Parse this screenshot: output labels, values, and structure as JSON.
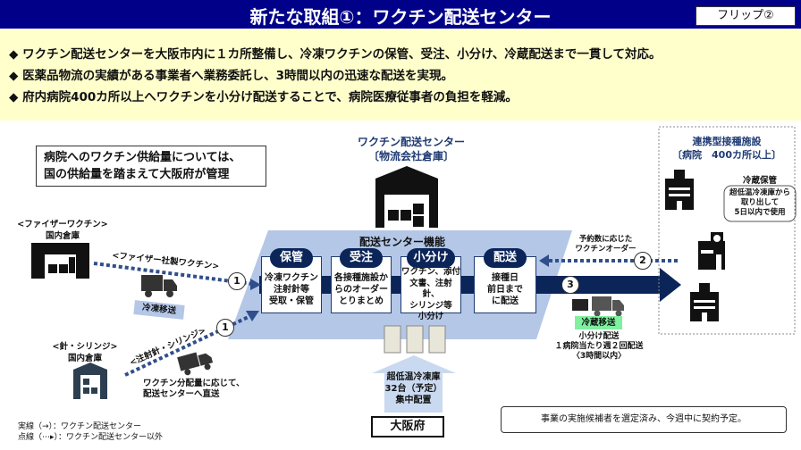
{
  "header": {
    "title": "新たな取組①：ワクチン配送センター",
    "flip_label": "フリップ②"
  },
  "summary": {
    "bullets": [
      "ワクチン配送センターを大阪市内に１カ所整備し、冷凍ワクチンの保管、受注、小分け、冷蔵配送まで一貫して対応。",
      "医薬品物流の実績がある事業者へ業務委託し、3時間以内の迅速な配送を実現。",
      "府内病院400カ所以上へワクチンを小分け配送することで、病院医療従事者の負担を軽減。"
    ],
    "bullet_symbol": "◆"
  },
  "note": {
    "line1": "病院へのワクチン供給量については、",
    "line2": "国の供給量を踏まえて大阪府が管理"
  },
  "center": {
    "title": "ワクチン配送センター",
    "subtitle": "〔物流会社倉庫〕",
    "functions_title": "配送センター機能",
    "functions": [
      {
        "label": "保管",
        "lines": [
          "冷凍ワクチン",
          "注射針等",
          "受取・保管"
        ]
      },
      {
        "label": "受注",
        "lines": [
          "各接種施設か",
          "らのオーダー",
          "とりまとめ"
        ]
      },
      {
        "label": "小分け",
        "lines": [
          "ワクチン、添付",
          "文書、注射針、",
          "シリンジ等",
          "小分け"
        ]
      },
      {
        "label": "配送",
        "lines": [
          "接種日",
          "前日まで",
          "に配送"
        ]
      }
    ]
  },
  "pfizer": {
    "label1": "<ファイザーワクチン>",
    "label2": "国内倉庫",
    "route_label": "<ファイザー社製ワクチン>",
    "transport": "冷凍移送",
    "step": "1"
  },
  "syringe": {
    "label1": "<針・シリンジ>",
    "label2": "国内倉庫",
    "route_label": "<注射針・シリンジ>",
    "note1": "ワクチン分配量に応じて、",
    "note2": "配送センターへ直送",
    "step": "1"
  },
  "freezer": {
    "line1": "超低温冷凍庫",
    "line2": "32台（予定）",
    "line3": "集中配置",
    "source": "大阪府"
  },
  "hospitals": {
    "title": "連携型接種施設",
    "subtitle": "〔病院　400カ所以上〕",
    "storage_title": "冷蔵保管",
    "storage_lines": [
      "超低温冷凍庫から",
      "取り出して",
      "5日以内で使用"
    ]
  },
  "order": {
    "line1": "予約数に応じた",
    "line2": "ワクチンオーダー",
    "step": "2"
  },
  "delivery": {
    "step": "3",
    "transport": "冷蔵移送",
    "line1": "小分け配送",
    "line2": "１病院当たり週２回配送",
    "line3": "〈3時間以内〉"
  },
  "legend": {
    "solid": "実線（→）：ワクチン配送センター",
    "dotted": "点線（⋯▸）：ワクチン配送センター以外"
  },
  "footer_note": "事業の実施候補者を選定済み、今週中に契約予定。",
  "colors": {
    "header": "#000088",
    "summary_bg": "#FFFFCC",
    "navy": "#0b2559",
    "light_blue": "#b4c7e7",
    "green": "#7ff0a0"
  }
}
